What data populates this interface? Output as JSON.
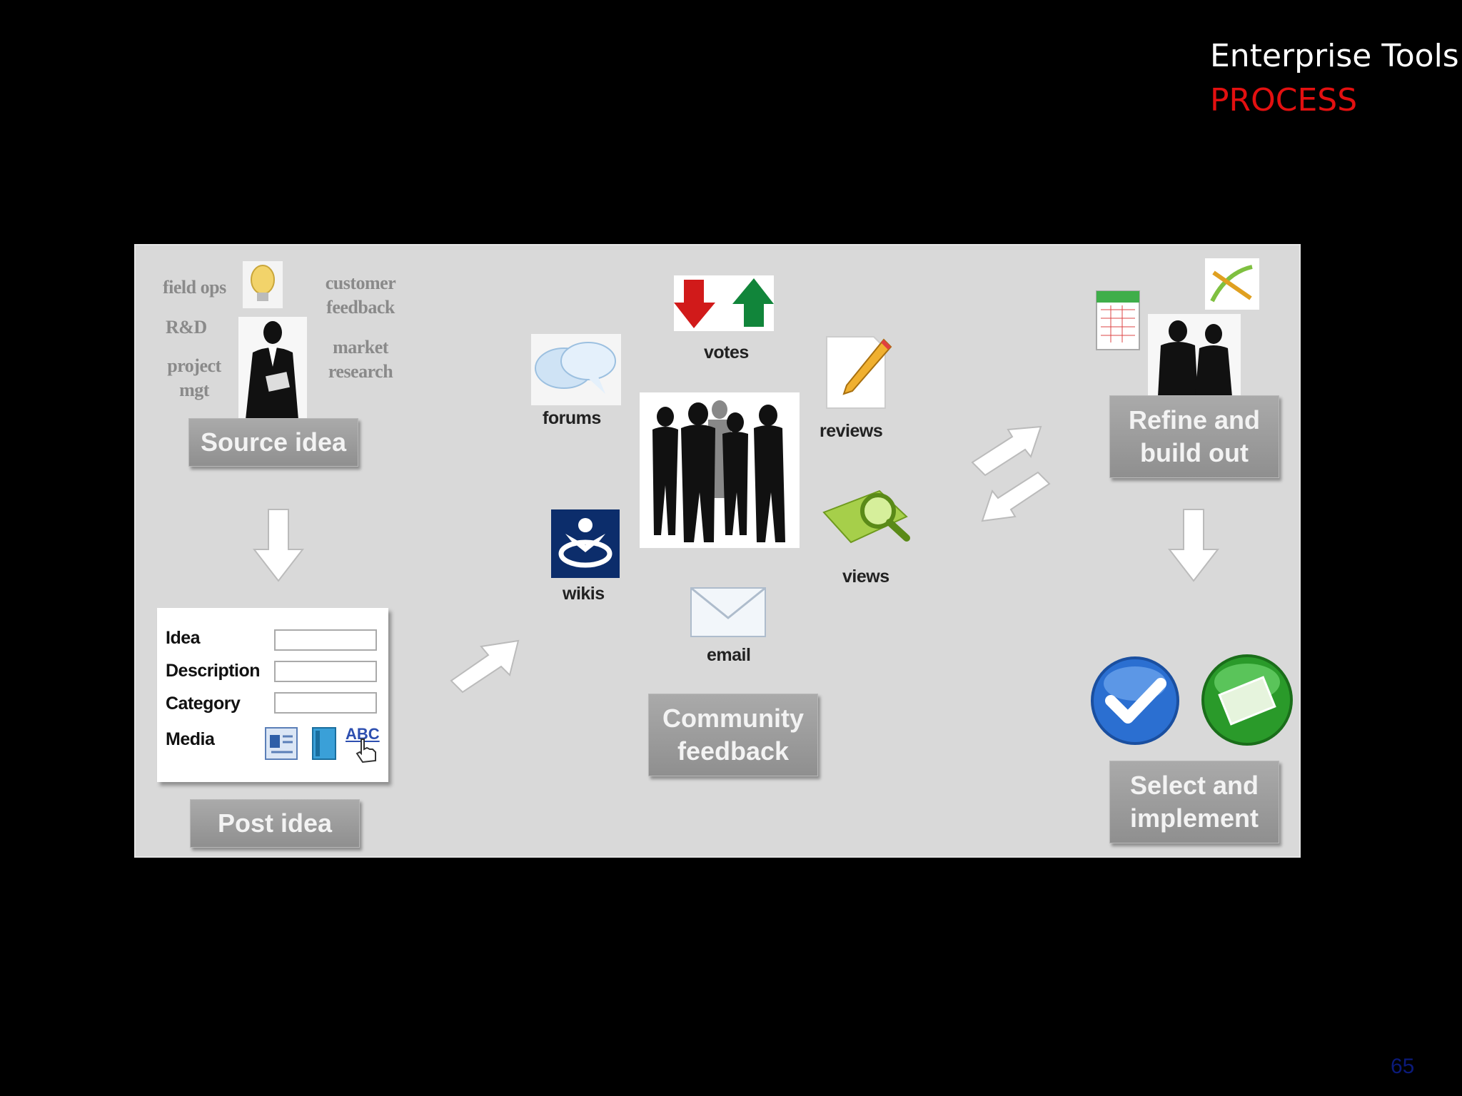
{
  "header": {
    "title": "Enterprise Tools",
    "subtitle": "PROCESS"
  },
  "source": {
    "labels": [
      "field ops",
      "R&D",
      "project",
      "mgt",
      "customer",
      "feedback",
      "market",
      "research"
    ],
    "button": "Source idea"
  },
  "post": {
    "form_fields": [
      "Idea",
      "Description",
      "Category",
      "Media"
    ],
    "media_icons": [
      "document-icon",
      "book-icon",
      "spellcheck-icon"
    ],
    "spellcheck_text": "ABC",
    "button": "Post idea"
  },
  "community": {
    "channels": [
      "votes",
      "forums",
      "reviews",
      "wikis",
      "views",
      "email"
    ],
    "button_line1": "Community",
    "button_line2": "feedback"
  },
  "refine": {
    "button_line1": "Refine and",
    "button_line2": "build out"
  },
  "select": {
    "button_line1": "Select and",
    "button_line2": "implement"
  },
  "page_number": "65",
  "colors": {
    "background": "#000000",
    "panel": "#d9d9d9",
    "title": "#ffffff",
    "subtitle": "#e31010",
    "vote_down": "#d11a1a",
    "vote_up": "#11853a",
    "page_number": "#0b1a7a"
  }
}
